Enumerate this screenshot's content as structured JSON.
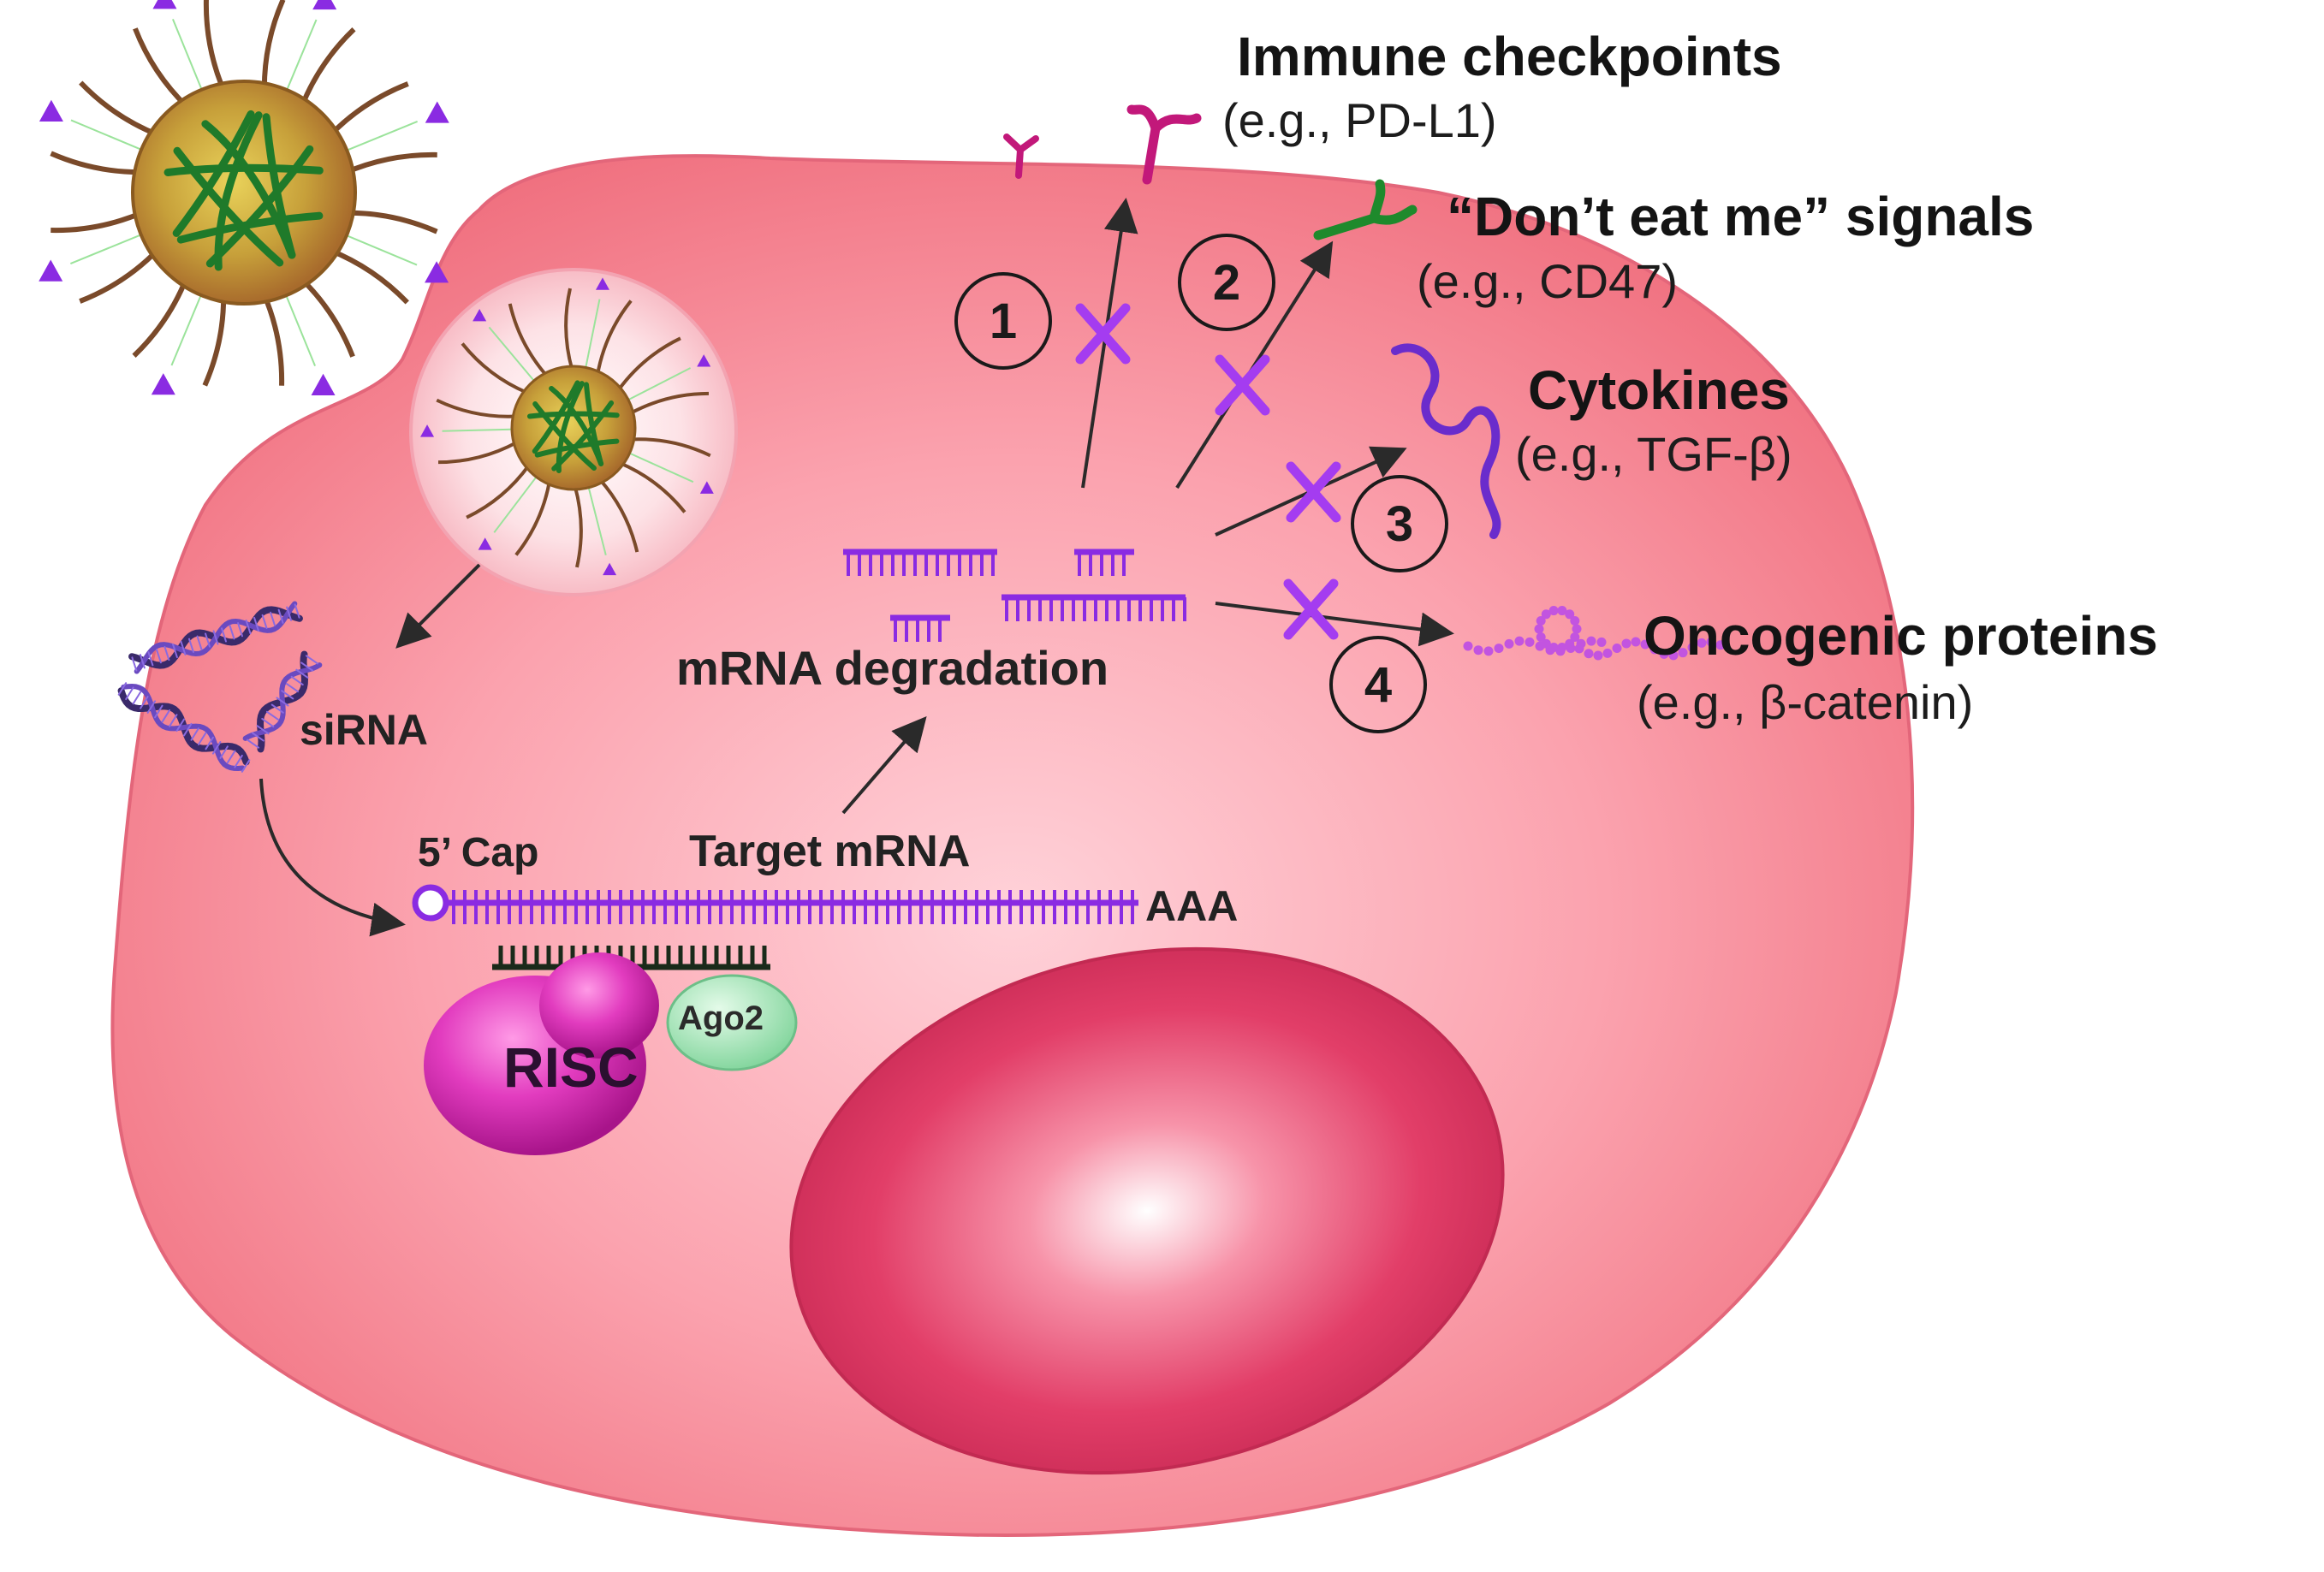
{
  "targets": [
    {
      "number": "1",
      "name": "Immune checkpoints",
      "example": "(e.g., PD-L1)"
    },
    {
      "number": "2",
      "name": "“Don’t eat me” signals",
      "example": "(e.g., CD47)"
    },
    {
      "number": "3",
      "name": "Cytokines",
      "example": "(e.g., TGF-β)"
    },
    {
      "number": "4",
      "name": "Oncogenic proteins",
      "example": "(e.g., β-catenin)"
    }
  ],
  "labels": {
    "sirna": "siRNA",
    "mrna_degradation": "mRNA degradation",
    "five_cap": "5’ Cap",
    "target_mrna": "Target mRNA",
    "poly_a": "AAA",
    "risc": "RISC",
    "ago2": "Ago2"
  },
  "colors": {
    "cell": "#f57f8f",
    "nucleus": "#e0325f",
    "mrna": "#8a2be2",
    "block_x": "#a43cf0",
    "risc": "#d62fb4",
    "ago2": "#9be0b0",
    "checkpoint": "#c2187a",
    "dont_eat_me": "#1e8a2c",
    "cytokine": "#6a2ccc",
    "oncoprotein": "#c254e0"
  },
  "icons": [
    "nanoparticle-icon",
    "endosome-icon",
    "sirna-duplex-icon",
    "pd-l1-receptor-icon",
    "cd47-receptor-icon",
    "cytokine-strand-icon",
    "oncoprotein-chain-icon",
    "block-x-icon"
  ]
}
